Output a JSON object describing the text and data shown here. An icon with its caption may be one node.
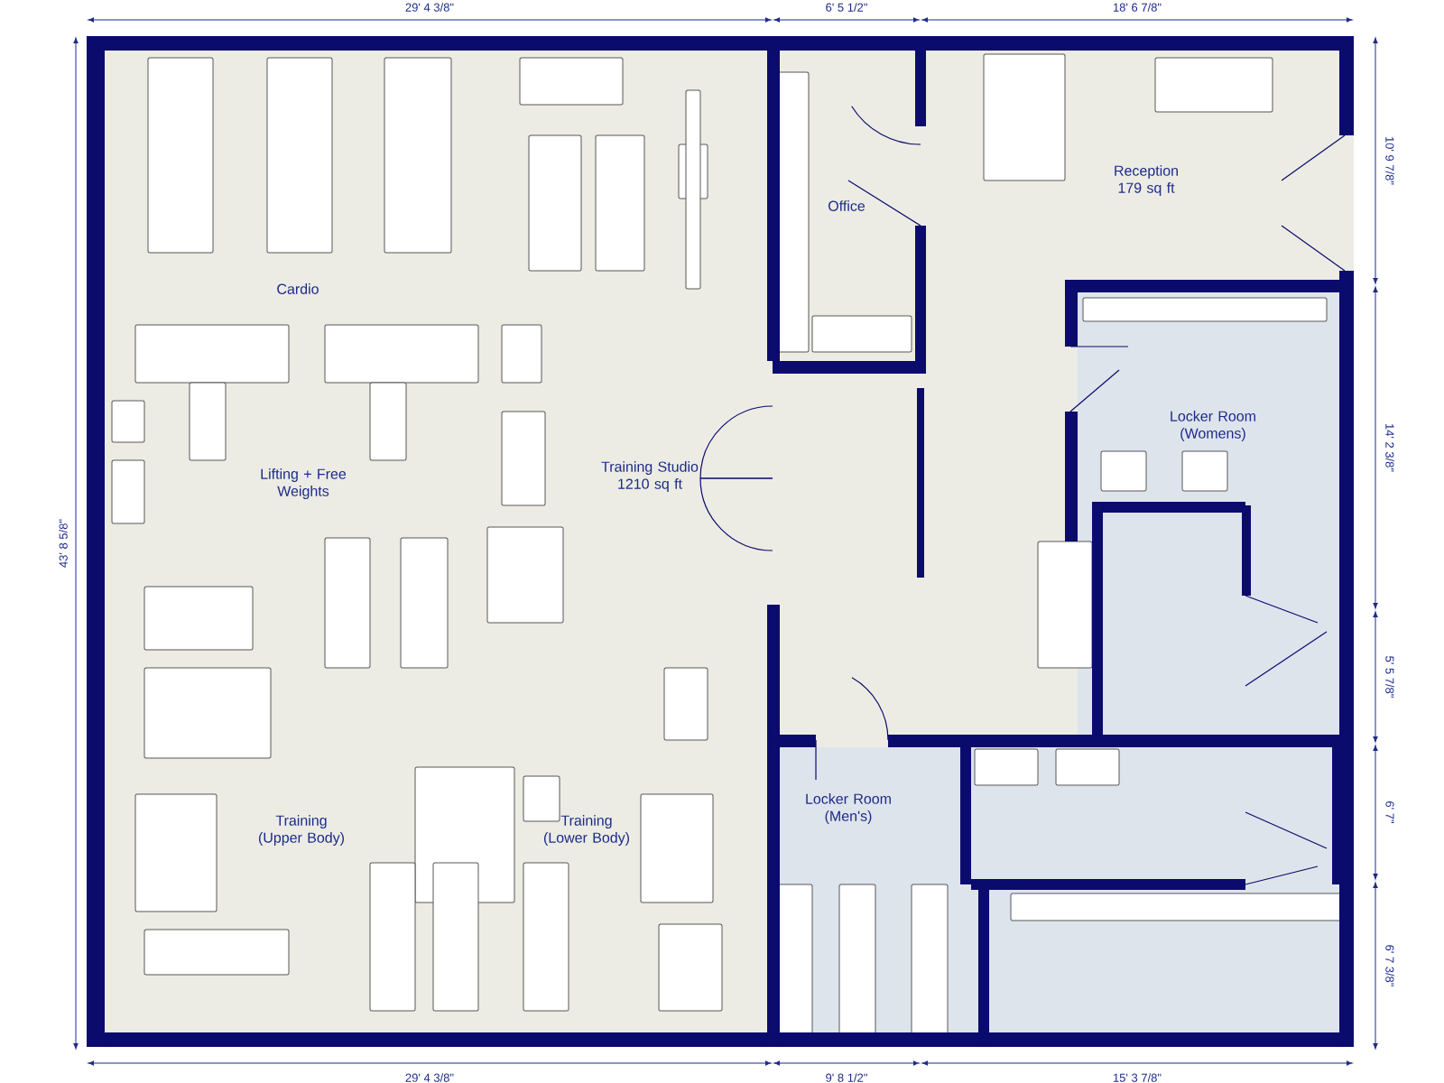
{
  "diagram": {
    "labels": [
      "29' 4 3/8\"",
      "6' 5 1/2\"",
      "18' 6 7/8\"",
      "Office",
      "Reception 179 sq ft",
      "Cardio",
      "Locker Room (Womens)",
      "Lifting + Free Weights",
      "Training Studio 1210 sq ft",
      "Training (Upper Body)",
      "Training (Lower Body)",
      "Locker Room (Men's)",
      "10' 9 7/8\"",
      "14' 2 3/8\"",
      "5' 5 7/8\"",
      "6' 7\"",
      "6' 7 3/8\"",
      "43' 8 5/8\"",
      "29' 4 3/8\"",
      "9' 8 1/2\"",
      "15' 3 7/8\""
    ]
  }
}
